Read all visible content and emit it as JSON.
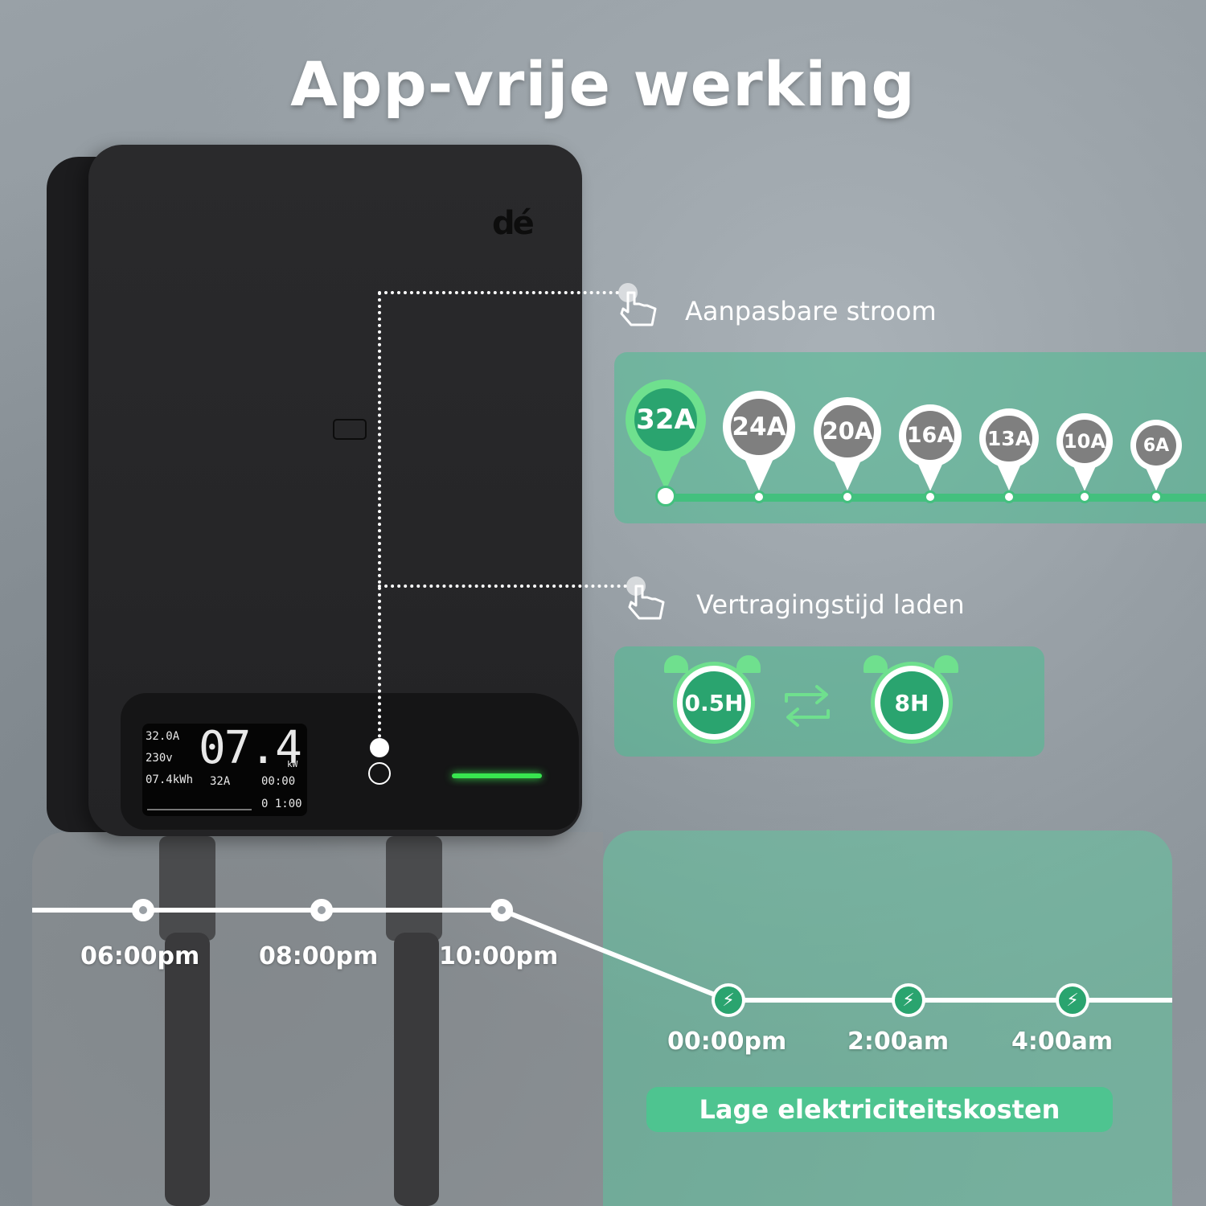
{
  "title": "App-vrije werking",
  "logo": "dé",
  "lcd": {
    "main_value": "07.4",
    "main_unit": "kW",
    "current": "32.0A",
    "voltage": "230v",
    "energy": "07.4kWh",
    "set_current": "32A",
    "timer": "00:00",
    "delay": "0 1:00"
  },
  "features": {
    "current_label": "Aanpasbare stroom",
    "delay_label": "Vertragingstijd laden"
  },
  "amps": [
    "32A",
    "24A",
    "20A",
    "16A",
    "13A",
    "10A",
    "6A"
  ],
  "delay": {
    "min": "0.5H",
    "max": "8H"
  },
  "schedule": {
    "peak_times": [
      "06:00pm",
      "08:00pm",
      "10:00pm"
    ],
    "offpeak_times": [
      "00:00pm",
      "2:00am",
      "4:00am"
    ],
    "offpeak_label": "Lage elektriciteitskosten"
  },
  "colors": {
    "accent_green": "#2aa46f",
    "band_green": "#4abe91",
    "led_green": "#38e54f",
    "inactive_grey": "#7f7f7f"
  },
  "icons": [
    "tap-hand-icon",
    "swap-arrows-icon",
    "alarm-clock-icon",
    "lightning-bolt-icon",
    "rfid-card-icon"
  ]
}
